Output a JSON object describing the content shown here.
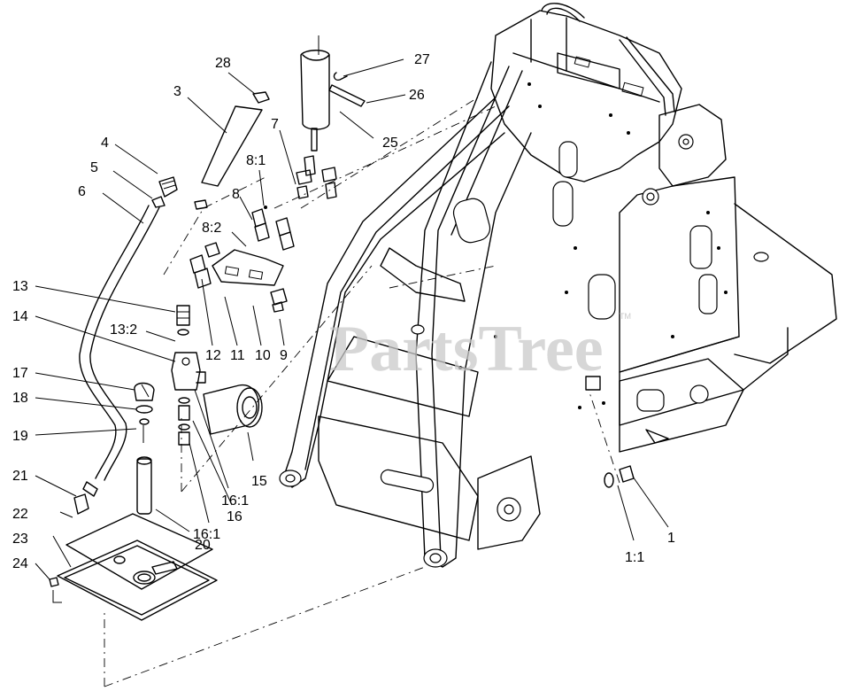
{
  "watermark": {
    "text": "PartsTree",
    "trademark": "TM"
  },
  "callouts": {
    "c1": "1",
    "c1_1": "1:1",
    "c3": "3",
    "c4": "4",
    "c5": "5",
    "c6": "6",
    "c7": "7",
    "c8": "8",
    "c8_1": "8:1",
    "c8_2": "8:2",
    "c9": "9",
    "c10": "10",
    "c11": "11",
    "c12": "12",
    "c13": "13",
    "c13_2": "13:2",
    "c14": "14",
    "c15": "15",
    "c16": "16",
    "c16_1a": "16:1",
    "c16_1b": "16:1",
    "c17": "17",
    "c18": "18",
    "c19": "19",
    "c20": "20",
    "c21": "21",
    "c22": "22",
    "c23": "23",
    "c24": "24",
    "c25": "25",
    "c26": "26",
    "c27": "27",
    "c28": "28"
  }
}
